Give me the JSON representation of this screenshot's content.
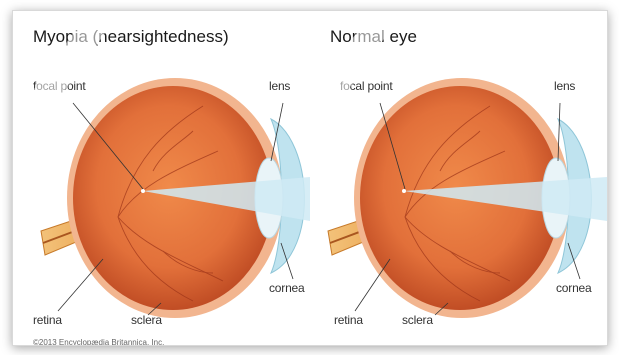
{
  "figure": {
    "left": {
      "title": "Myopia (nearsightedness)",
      "labels": {
        "focal_point": "focal point",
        "lens": "lens",
        "cornea": "cornea",
        "retina": "retina",
        "sclera": "sclera"
      },
      "copyright": "©2013 Encyclopædia Britannica, Inc."
    },
    "right": {
      "title": "Normal eye",
      "labels": {
        "focal_point": "focal point",
        "lens": "lens",
        "cornea": "cornea",
        "retina": "retina",
        "sclera": "sclera"
      }
    }
  },
  "colors": {
    "eyeball": "#e2703a",
    "eyeball_dark": "#b8441f",
    "sclera_rim": "#f2b58f",
    "cornea": "#bfe3ef",
    "lens": "#e9f4f8",
    "optic_nerve": "#e9a04a",
    "light_cone": "#cfeaf4"
  }
}
